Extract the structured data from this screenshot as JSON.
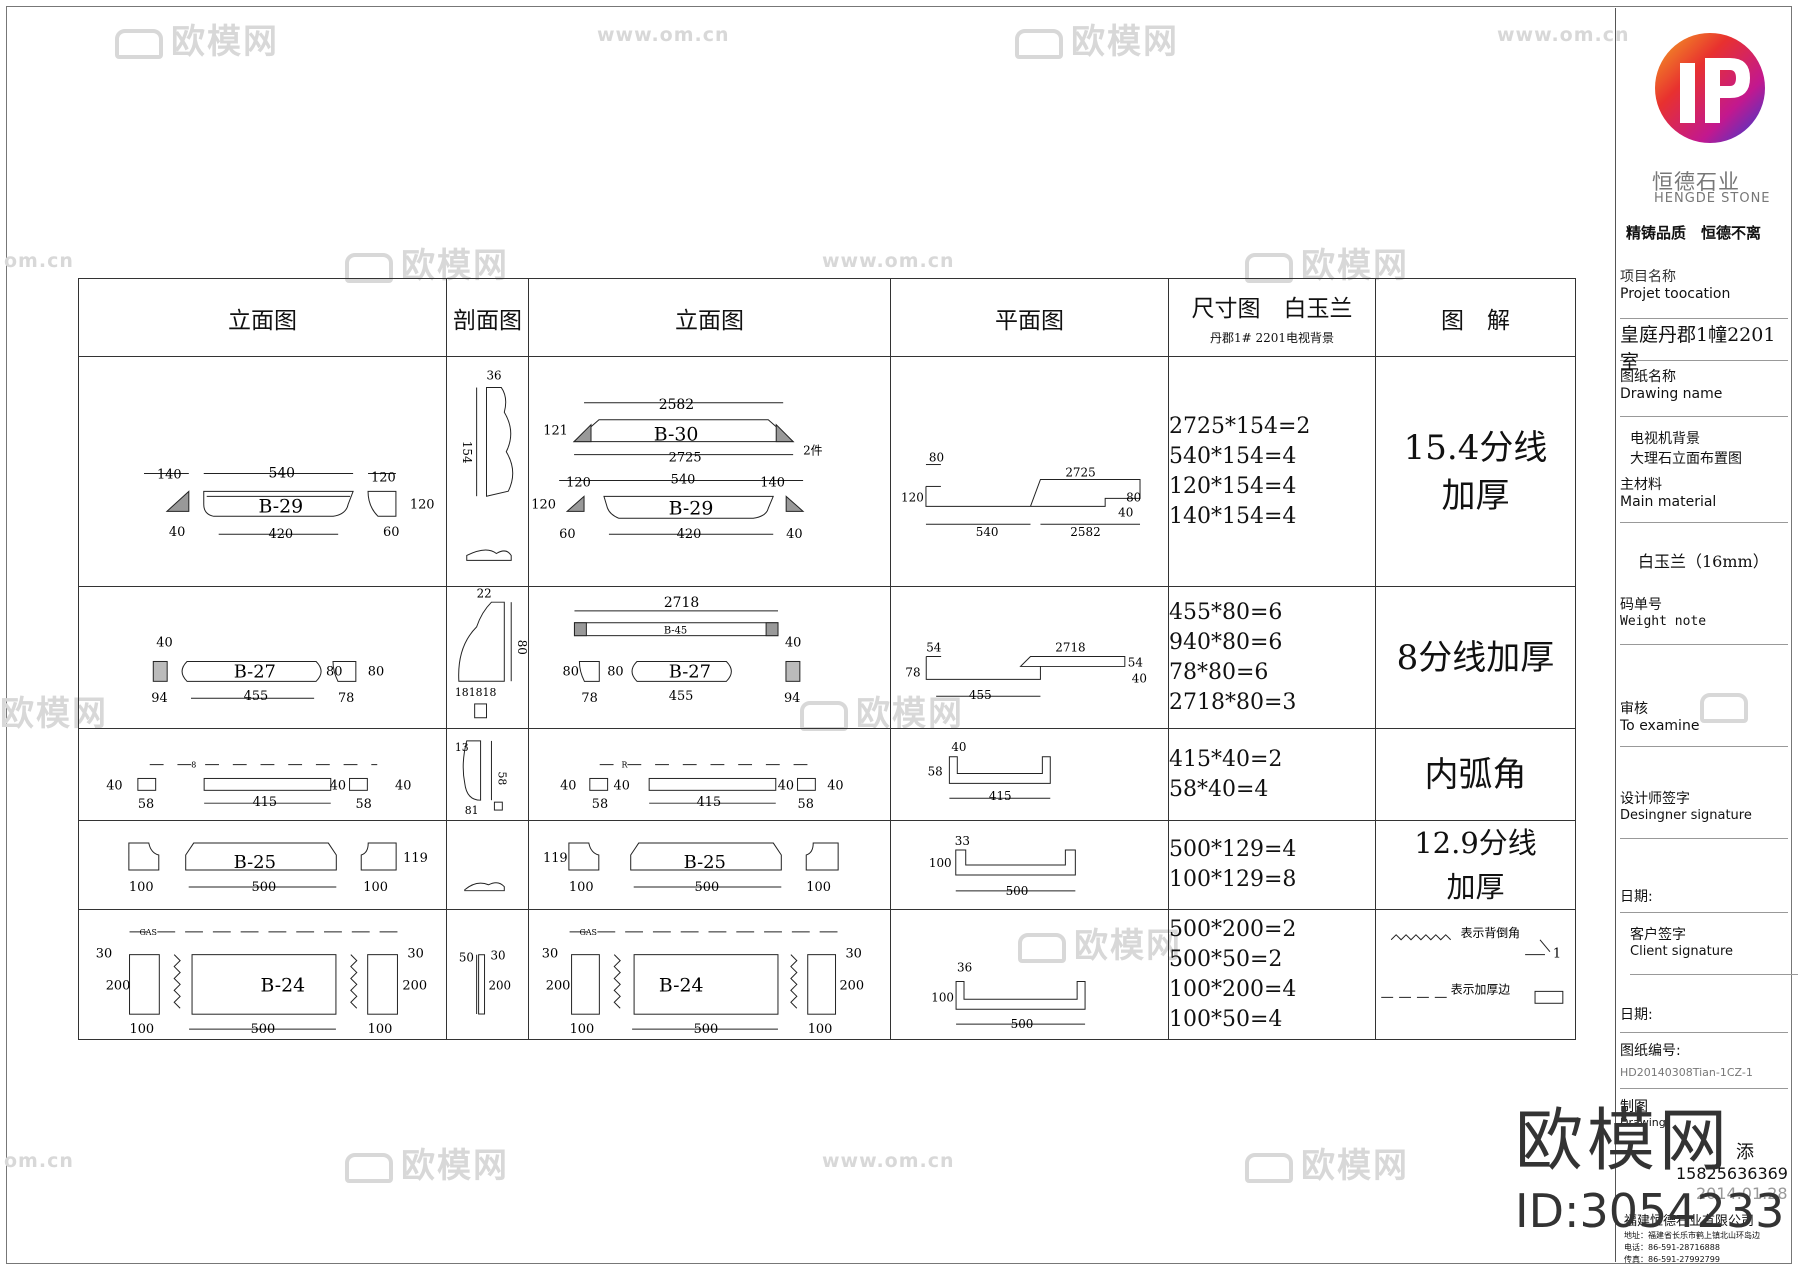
{
  "watermark": {
    "brand": "欧模网",
    "url": "www.om.cn",
    "tail": "om.cn",
    "big_brand": "欧模网",
    "id": "ID:3054233"
  },
  "table": {
    "headers": [
      "立面图",
      "剖面图",
      "立面图",
      "平面图",
      "尺寸图　白玉兰",
      "丹郡1# 2201电视背景",
      "图　解"
    ],
    "rows": [
      {
        "dims": [
          "2725*154=2",
          "540*154=4",
          "120*154=4",
          "140*154=4"
        ],
        "note": [
          "15.4分线",
          "加厚"
        ],
        "elev1": {
          "label": "B-29",
          "dims": [
            "140",
            "540",
            "120",
            "120",
            "40",
            "420",
            "60"
          ]
        },
        "section": {
          "dims": [
            "36",
            "154"
          ]
        },
        "elev2": {
          "label_top": "B-30",
          "label": "B-29",
          "qty": "2件",
          "dims": [
            "2582",
            "121",
            "2725",
            "120",
            "540",
            "140",
            "120",
            "60",
            "420",
            "40"
          ]
        },
        "plan": {
          "dims": [
            "80",
            "2725",
            "120",
            "80",
            "40",
            "540",
            "2582"
          ]
        }
      },
      {
        "dims": [
          "455*80=6",
          "940*80=6",
          "78*80=6",
          "2718*80=3"
        ],
        "note": [
          "8分线加厚"
        ],
        "elev1": {
          "label": "B-27",
          "dims": [
            "40",
            "80",
            "80",
            "94",
            "455",
            "78"
          ]
        },
        "section": {
          "dims": [
            "22",
            "80",
            "18",
            "18",
            "18"
          ]
        },
        "elev2": {
          "label_top": "B-45",
          "label": "B-27",
          "dims": [
            "2718",
            "40",
            "80",
            "80",
            "78",
            "455",
            "94"
          ]
        },
        "plan": {
          "dims": [
            "54",
            "2718",
            "78",
            "54",
            "40",
            "455"
          ]
        }
      },
      {
        "dims": [
          "415*40=2",
          "58*40=4"
        ],
        "note": [
          "内弧角"
        ],
        "elev1": {
          "dims": [
            "40",
            "40",
            "40",
            "58",
            "415",
            "58",
            "8"
          ]
        },
        "section": {
          "dims": [
            "13",
            "58",
            "81"
          ]
        },
        "elev2": {
          "dims": [
            "40",
            "40",
            "40",
            "40",
            "58",
            "415",
            "58",
            "R"
          ]
        },
        "plan": {
          "dims": [
            "40",
            "58",
            "415"
          ]
        }
      },
      {
        "dims": [
          "500*129=4",
          "100*129=8"
        ],
        "note": [
          "12.9分线",
          "加厚"
        ],
        "elev1": {
          "label": "B-25",
          "dims": [
            "119",
            "100",
            "500",
            "100"
          ]
        },
        "elev2": {
          "label": "B-25",
          "dims": [
            "119",
            "100",
            "500",
            "100"
          ]
        },
        "plan": {
          "dims": [
            "33",
            "100",
            "500"
          ]
        }
      },
      {
        "dims": [
          "500*200=2",
          "500*50=2",
          "100*200=4",
          "100*50=4"
        ],
        "note": [
          "表示背倒角",
          "表示加厚边"
        ],
        "elev1": {
          "label": "B-24",
          "dims": [
            "30",
            "200",
            "100",
            "500",
            "100",
            "30",
            "200",
            "GAS"
          ]
        },
        "section": {
          "dims": [
            "50",
            "30",
            "200"
          ]
        },
        "elev2": {
          "label": "B-24",
          "dims": [
            "30",
            "200",
            "100",
            "500",
            "100",
            "30",
            "200",
            "GAS"
          ]
        },
        "plan": {
          "dims": [
            "36",
            "100",
            "500"
          ]
        }
      }
    ]
  },
  "sidebar": {
    "brand_cn": "恒德石业",
    "brand_en": "HENGDE STONE",
    "slogan": "精铸品质　恒德不离",
    "fields": [
      {
        "cn": "项目名称",
        "en": "Projet toocation",
        "value": "皇庭丹郡1幢2201室"
      },
      {
        "cn": "图纸名称",
        "en": "Drawing name",
        "value": "电视机背景",
        "value2": "大理石立面布置图"
      },
      {
        "cn": "主材料",
        "en": "Main material",
        "value": "白玉兰（16mm）"
      },
      {
        "cn": "码单号",
        "en": "Weight note"
      },
      {
        "cn": "审核",
        "en": "To examine"
      },
      {
        "cn": "设计师签字",
        "en": "Desingner signature"
      },
      {
        "cn": "日期:"
      },
      {
        "cn": "客户签字",
        "en": "Client signature"
      },
      {
        "cn": "日期:"
      },
      {
        "cn": "图纸编号:",
        "value": "HD20140308Tian-1CZ-1"
      },
      {
        "cn": "制图",
        "en": "Drawing",
        "value": "添"
      },
      {
        "value": "15825636369"
      },
      {
        "value": "2014.01.28"
      },
      {
        "value": "福建恒德石业有限公司"
      },
      {
        "value": "地址：福建省长乐市鹤上镇北山环岛边"
      },
      {
        "value": "电话：86-591-28716888"
      },
      {
        "value": "传真：86-591-27992799"
      }
    ]
  }
}
